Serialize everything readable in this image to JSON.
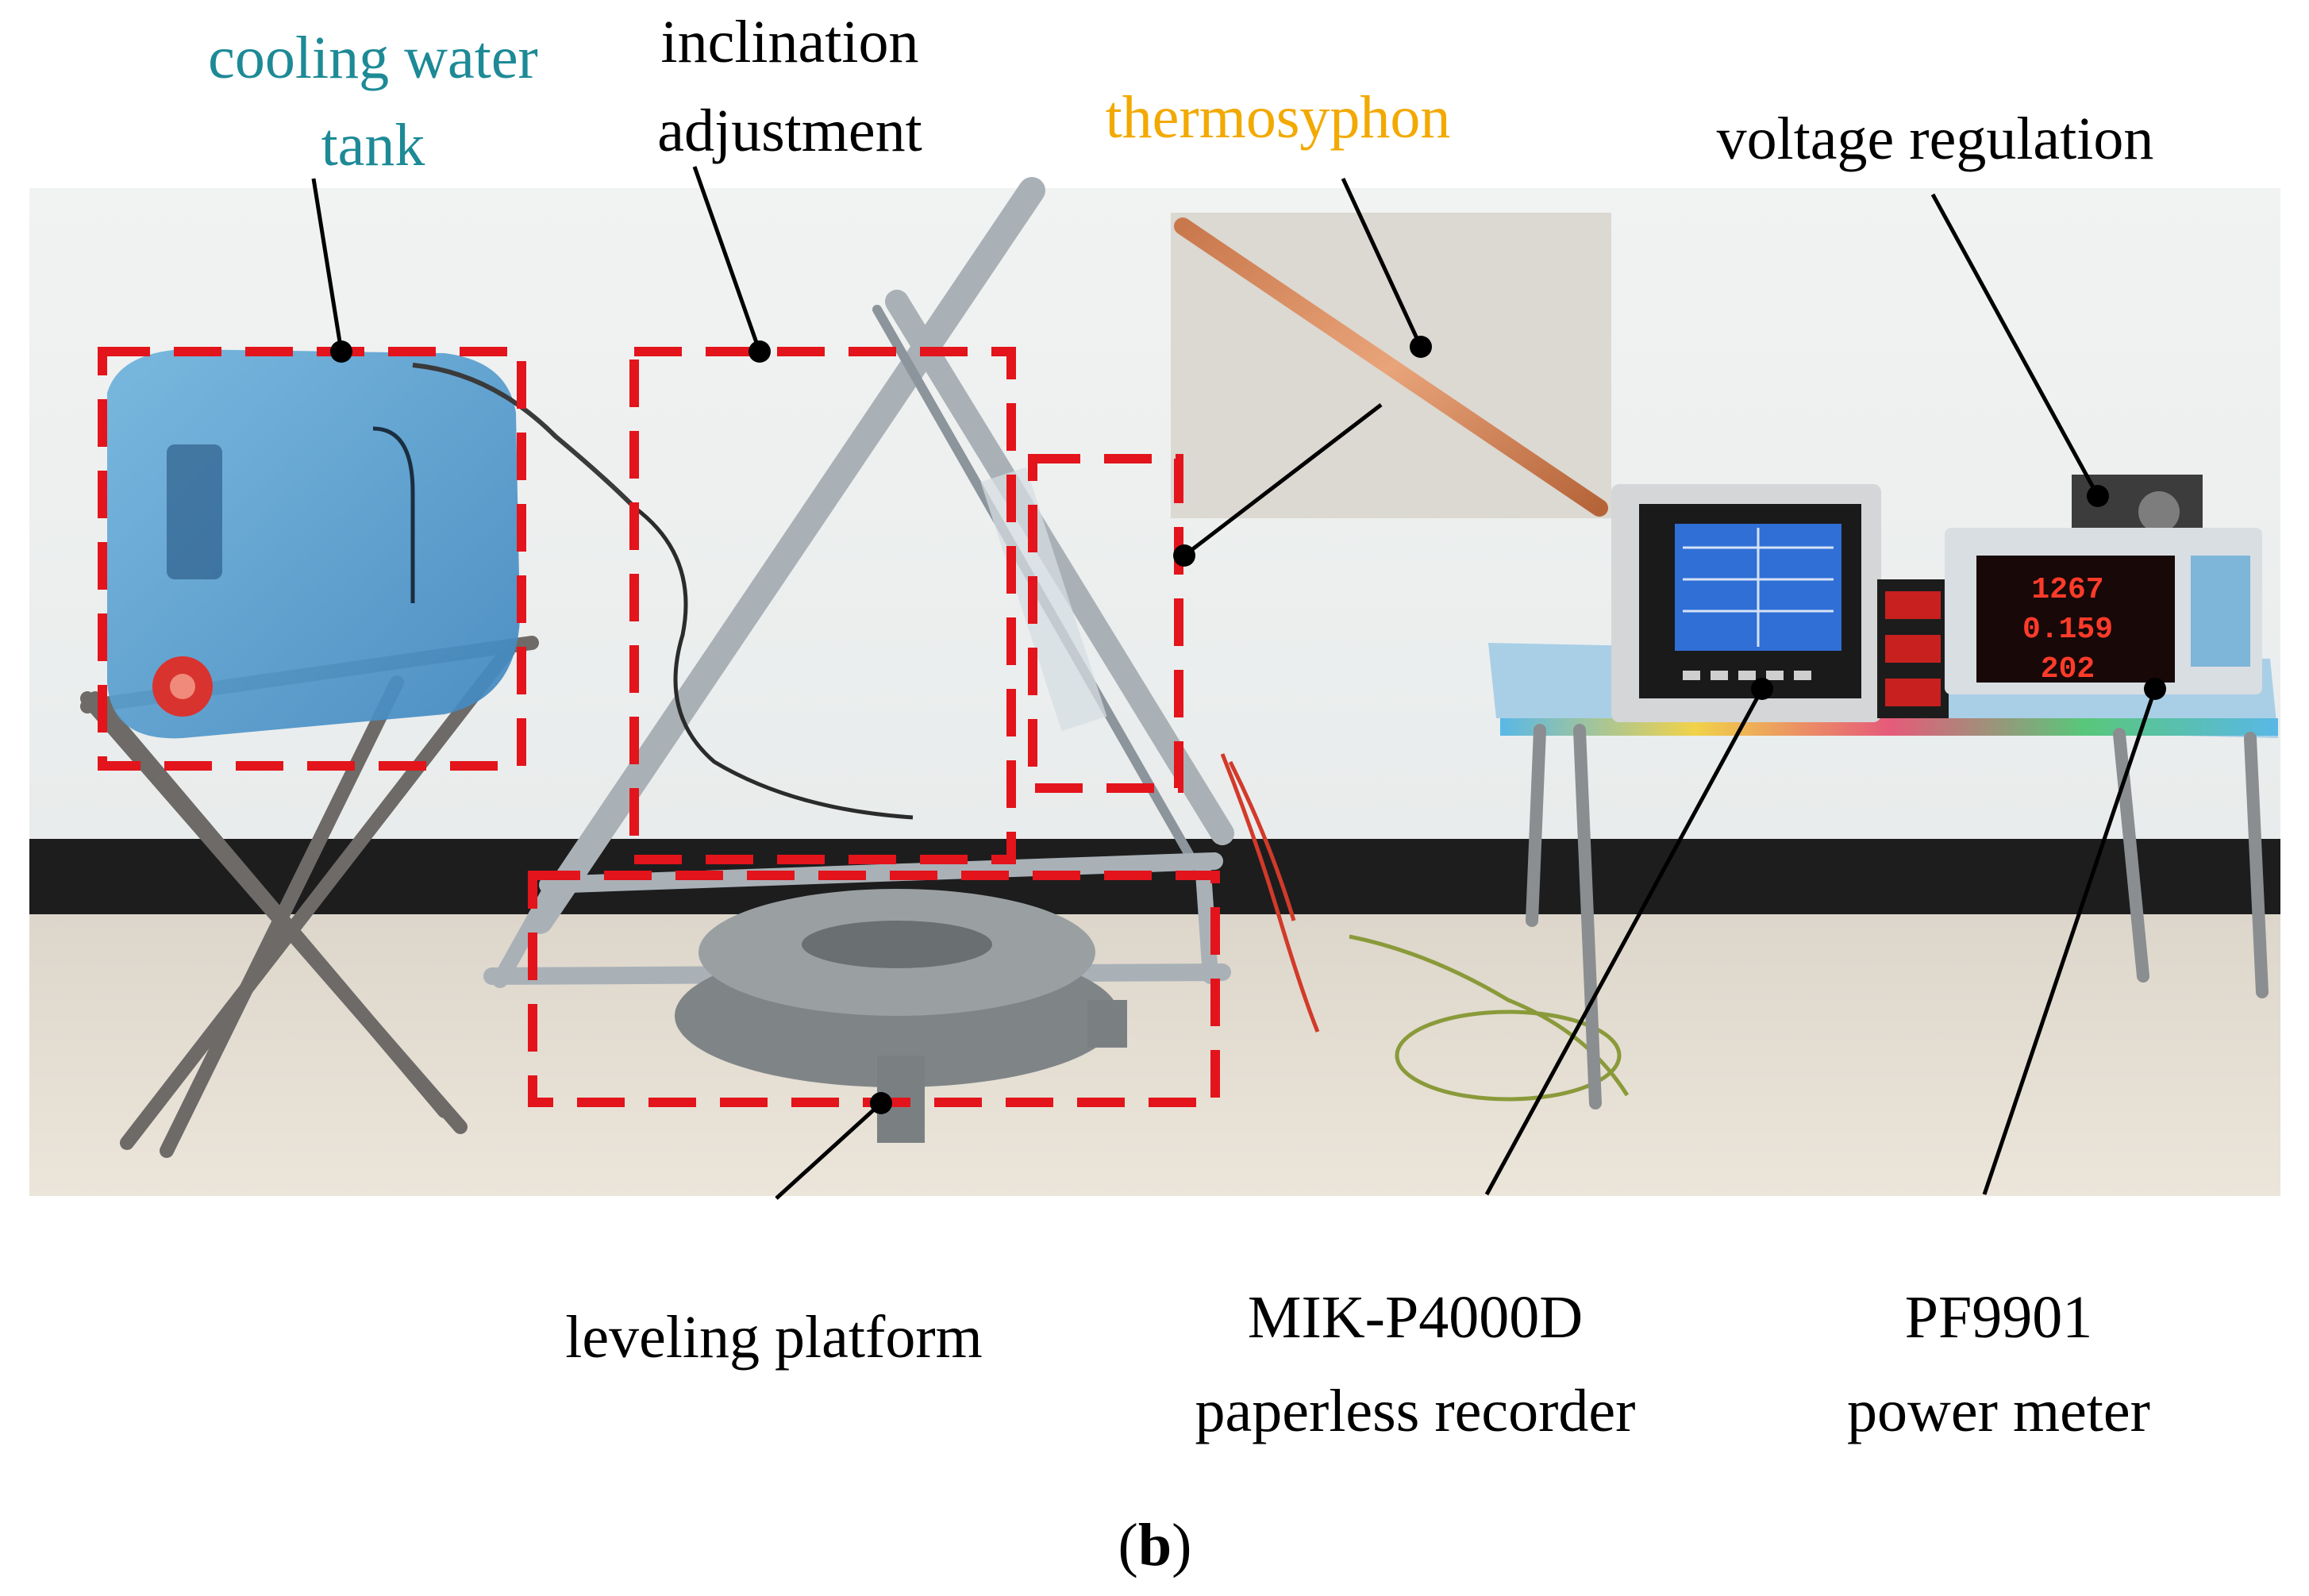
{
  "labels": {
    "cooling_water_tank": {
      "line1": "cooling water",
      "line2": "tank"
    },
    "inclination_adjustment": {
      "line1": "inclination",
      "line2": "adjustment"
    },
    "thermosyphon": "thermosyphon",
    "voltage_regulation": "voltage regulation",
    "leveling_platform": "leveling platform",
    "recorder": {
      "line1": "MIK-P4000D",
      "line2": "paperless recorder"
    },
    "power_meter": {
      "line1": "PF9901",
      "line2": "power meter"
    }
  },
  "caption": {
    "open": "(",
    "letter": "b",
    "close": ")"
  },
  "meter_readings": [
    "1267",
    "0.159",
    "202"
  ],
  "colors": {
    "cooling_label": "#1d8a96",
    "thermosyphon_label": "#f2a900",
    "highlight_box": "#e3141b",
    "text": "#000000"
  }
}
